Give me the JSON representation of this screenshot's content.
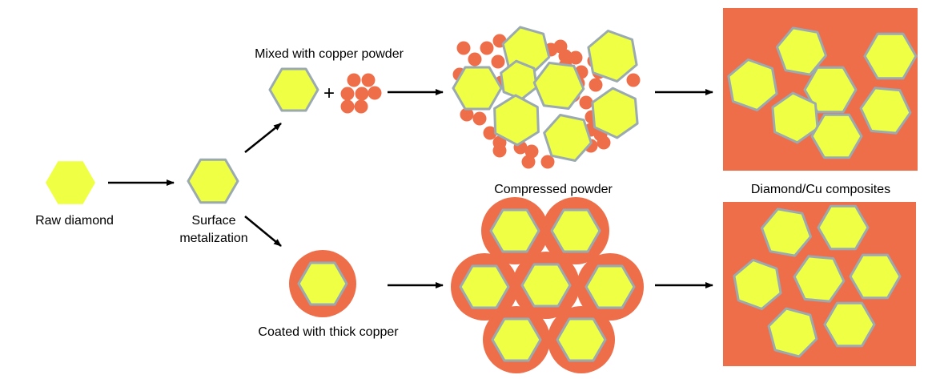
{
  "labels": {
    "raw_diamond": "Raw diamond",
    "surface_line1": "Surface",
    "surface_line2": "metalization",
    "mixed_copper": "Mixed with copper powder",
    "coated_copper": "Coated with thick copper",
    "compressed_powder": "Compressed powder",
    "composites": "Diamond/Cu composites",
    "plus": "+"
  },
  "colors": {
    "diamond_fill": "#EEFF44",
    "diamond_stroke": "#9AAAB0",
    "copper": "#EE6E4A",
    "arrow": "#000000",
    "text": "#000000"
  }
}
